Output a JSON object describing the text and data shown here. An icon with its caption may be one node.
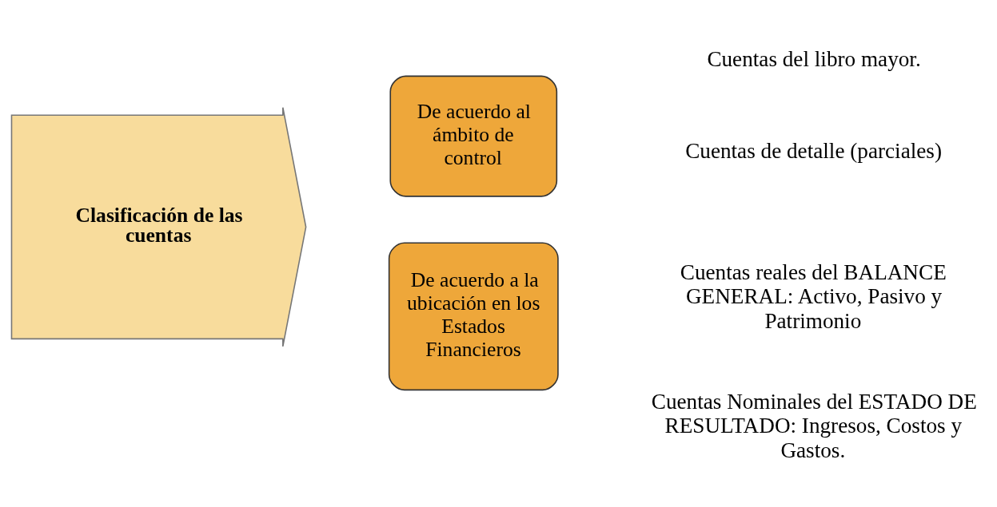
{
  "diagram": {
    "nodes": [
      {
        "text": [
          "Clasificación de las cuentas"
        ]
      },
      {
        "text": [
          "De acuerdo al ámbito de control"
        ]
      },
      {
        "text": [
          "De acuerdo a la ubicación en los Estados Financieros"
        ]
      }
    ],
    "labels": [
      "Cuentas del libro mayor.",
      "Cuentas de detalle (parciales)",
      "Cuentas reales del BALANCE GENERAL: Activo, Pasivo y Patrimonio",
      "Cuentas Nominales del ESTADO DE RESULTADO: Ingresos, Costos y Gastos."
    ]
  }
}
